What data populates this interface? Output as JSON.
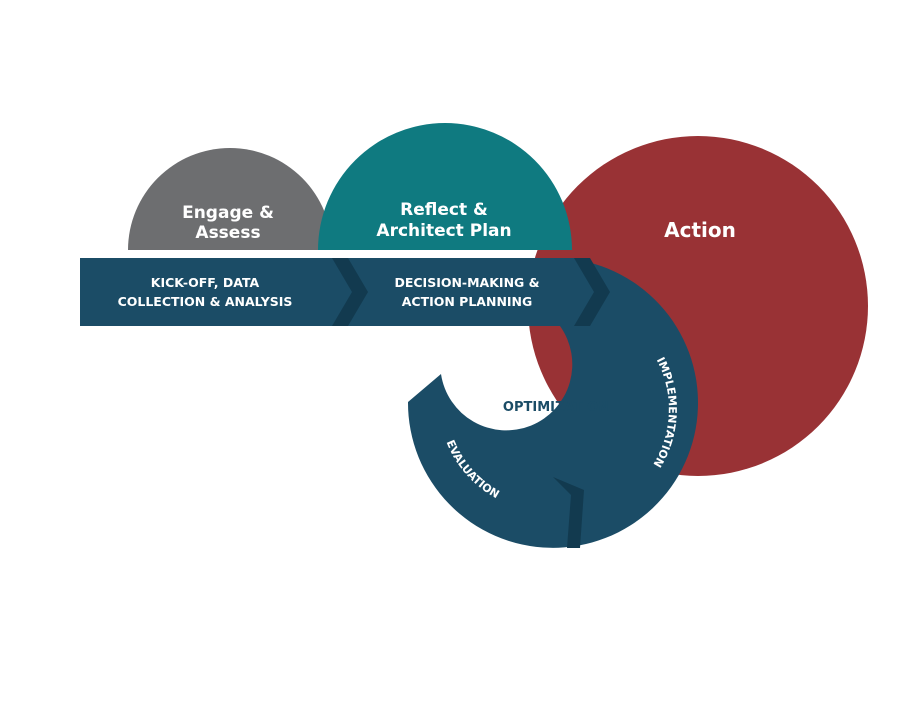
{
  "colors": {
    "engage": "#6d6e70",
    "reflect": "#0f7a80",
    "action": "#993235",
    "band": "#1b4c66",
    "band_shadow": "#123a4f",
    "optimization_text": "#1b4c66"
  },
  "phases": {
    "engage": {
      "line1": "Engage &",
      "line2": "Assess"
    },
    "reflect": {
      "line1": "Reflect &",
      "line2": "Architect Plan"
    },
    "action": {
      "label": "Action"
    }
  },
  "stages": {
    "kickoff": {
      "line1": "KICK-OFF, DATA",
      "line2": "COLLECTION & ANALYSIS"
    },
    "decision": {
      "line1": "DECISION-MAKING &",
      "line2": "ACTION PLANNING"
    },
    "implementation": {
      "label": "IMPLEMENTATION"
    },
    "evaluation": {
      "label": "EVALUATION"
    },
    "optimization": {
      "label": "OPTIMIZATION"
    }
  }
}
